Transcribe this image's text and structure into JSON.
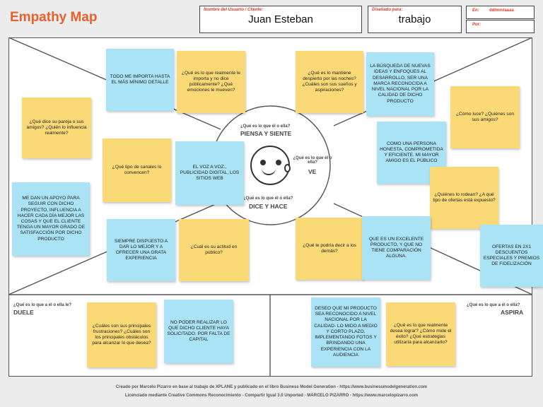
{
  "title": "Empathy Map",
  "header": {
    "user_label": "Nombre del Usuario / Cliente:",
    "user_value": "Juan Esteban",
    "designed_label": "Diseñado para:",
    "designed_value": "trabajo",
    "on_label": "En:",
    "on_value": "dd/mm/aaaa",
    "by_label": "Por:"
  },
  "center": {
    "think_q": "¿Qué es lo que él o ella?",
    "think_title": "PIENSA Y SIENTE",
    "see_q": "¿Qué es lo que él o ella?",
    "see_title": "VE",
    "do_q": "¿Qué es lo que él o ella?",
    "do_title": "DICE Y HACE",
    "hear_q_fragment": "e"
  },
  "zones": {
    "pain_q": "¿Qué es lo que a él o ella le?",
    "pain_title": "DUELE",
    "gain_q": "¿Qué es lo que a él o ella?",
    "gain_title": "ASPIRA"
  },
  "notes": {
    "n1": "TODO ME IMPORTA HASTA EL MÁS MÍNIMO DETALLE",
    "n2": "¿Qué es lo que realmente le importa y no dice públicamente? ¿Qué emociones le mueven?",
    "n3": "¿Qué es lo mantiene despierto por las noches? ¿Cuáles son sus sueños y aspiraciones?",
    "n4": "LA BÚSQUEDA DE NUEVAS IDEAS Y ENFOQUES AL DESARROLLO, SER UNA MARCA RECONOCIDA A NIVEL NACIONAL POR LA CALIDAD DE DICHO PRODUCTO",
    "n5": "¿Qué dice su pareja o sus amigos? ¿Quién lo influencia realmente?",
    "n6": "¿Cómo luce? ¿Quiénes son sus amigos?",
    "n7": "COMO UNA PERSONA HONESTA, COMPROMETIDA Y EFICIENTE. MI MAYOR AMIGO ES EL PÚBLICO",
    "n8": "¿Qué tipo de canales lo convencen?",
    "n9": "EL VOZ A VOZ., PUBLICIDAD DIGITAL, LOS SITIOS WEB",
    "n10": "ME DAN UN APOYO PARA SEGUIR CON DICHO PROYECTO, INFLUENCIA A HACER CADA DÍA MEJOR LAS COSAS Y QUE EL CLIENTE TENGA UN MAYOR GRADO DE SATISFACCIÓN POR DICHO PRODUCTO",
    "n11": "¿Quiénes lo rodean? ¿A qué tipo de ofertas está expuesto?",
    "n12": "SIEMPRE DISPUESTO A DAR LO MEJOR Y A OFRECER UNA GRATA EXPERIENCIA",
    "n13": "¿Cuál es su actitud en público?",
    "n14": "¿Qué le podría decir a los demás?",
    "n15": "QUE ES UN EXCELENTE PRODUCTO, Y QUE NO TIENE COMPARACIÓN ALGUNA.",
    "n16": "OFERTAS EN 2X1 DESCUENTOS ESPECIALES Y PREMIOS DE FIDELIZACIÓN",
    "n17": "¿Cuáles son sus principales frustraciones? ¿Cuáles son los principales obstáculos para alcanzar lo que desea?",
    "n18": "NO PODER REALIZAR LO QUE DICHO CLIENTE HAYA SOLICITADO. POR FALTA DE CAPITAL",
    "n19": "DESEO QUE MI PRODUCTO SEA RECONOCIDO A NIVEL NACIONAL POR LA CALIDAD- LO MIDO A MEDIO Y CORTO PLAZO. IMPLEMENTANDO FOTOS Y BRINDANDO UNA EXPERIENCIA CON LA AUDIENCIA",
    "n20": "¿Qué es lo que realmente desea lograr? ¿Cómo mide el éxito? ¿Qué estrategias utilizaría para alcanzarlo?"
  },
  "footer": {
    "line1": "Creado por Marcelo Pizarro en base al trabajo de XPLANE y publicado en el libro Business Model Generation - https://www.businessmodelgeneration.com",
    "line2": "Licenciado mediante Creative Commons Reconocimiento - Compartir Igual 3.0 Unported - MARCELO PIZARRO - https://www.marcelopizarro.com"
  }
}
